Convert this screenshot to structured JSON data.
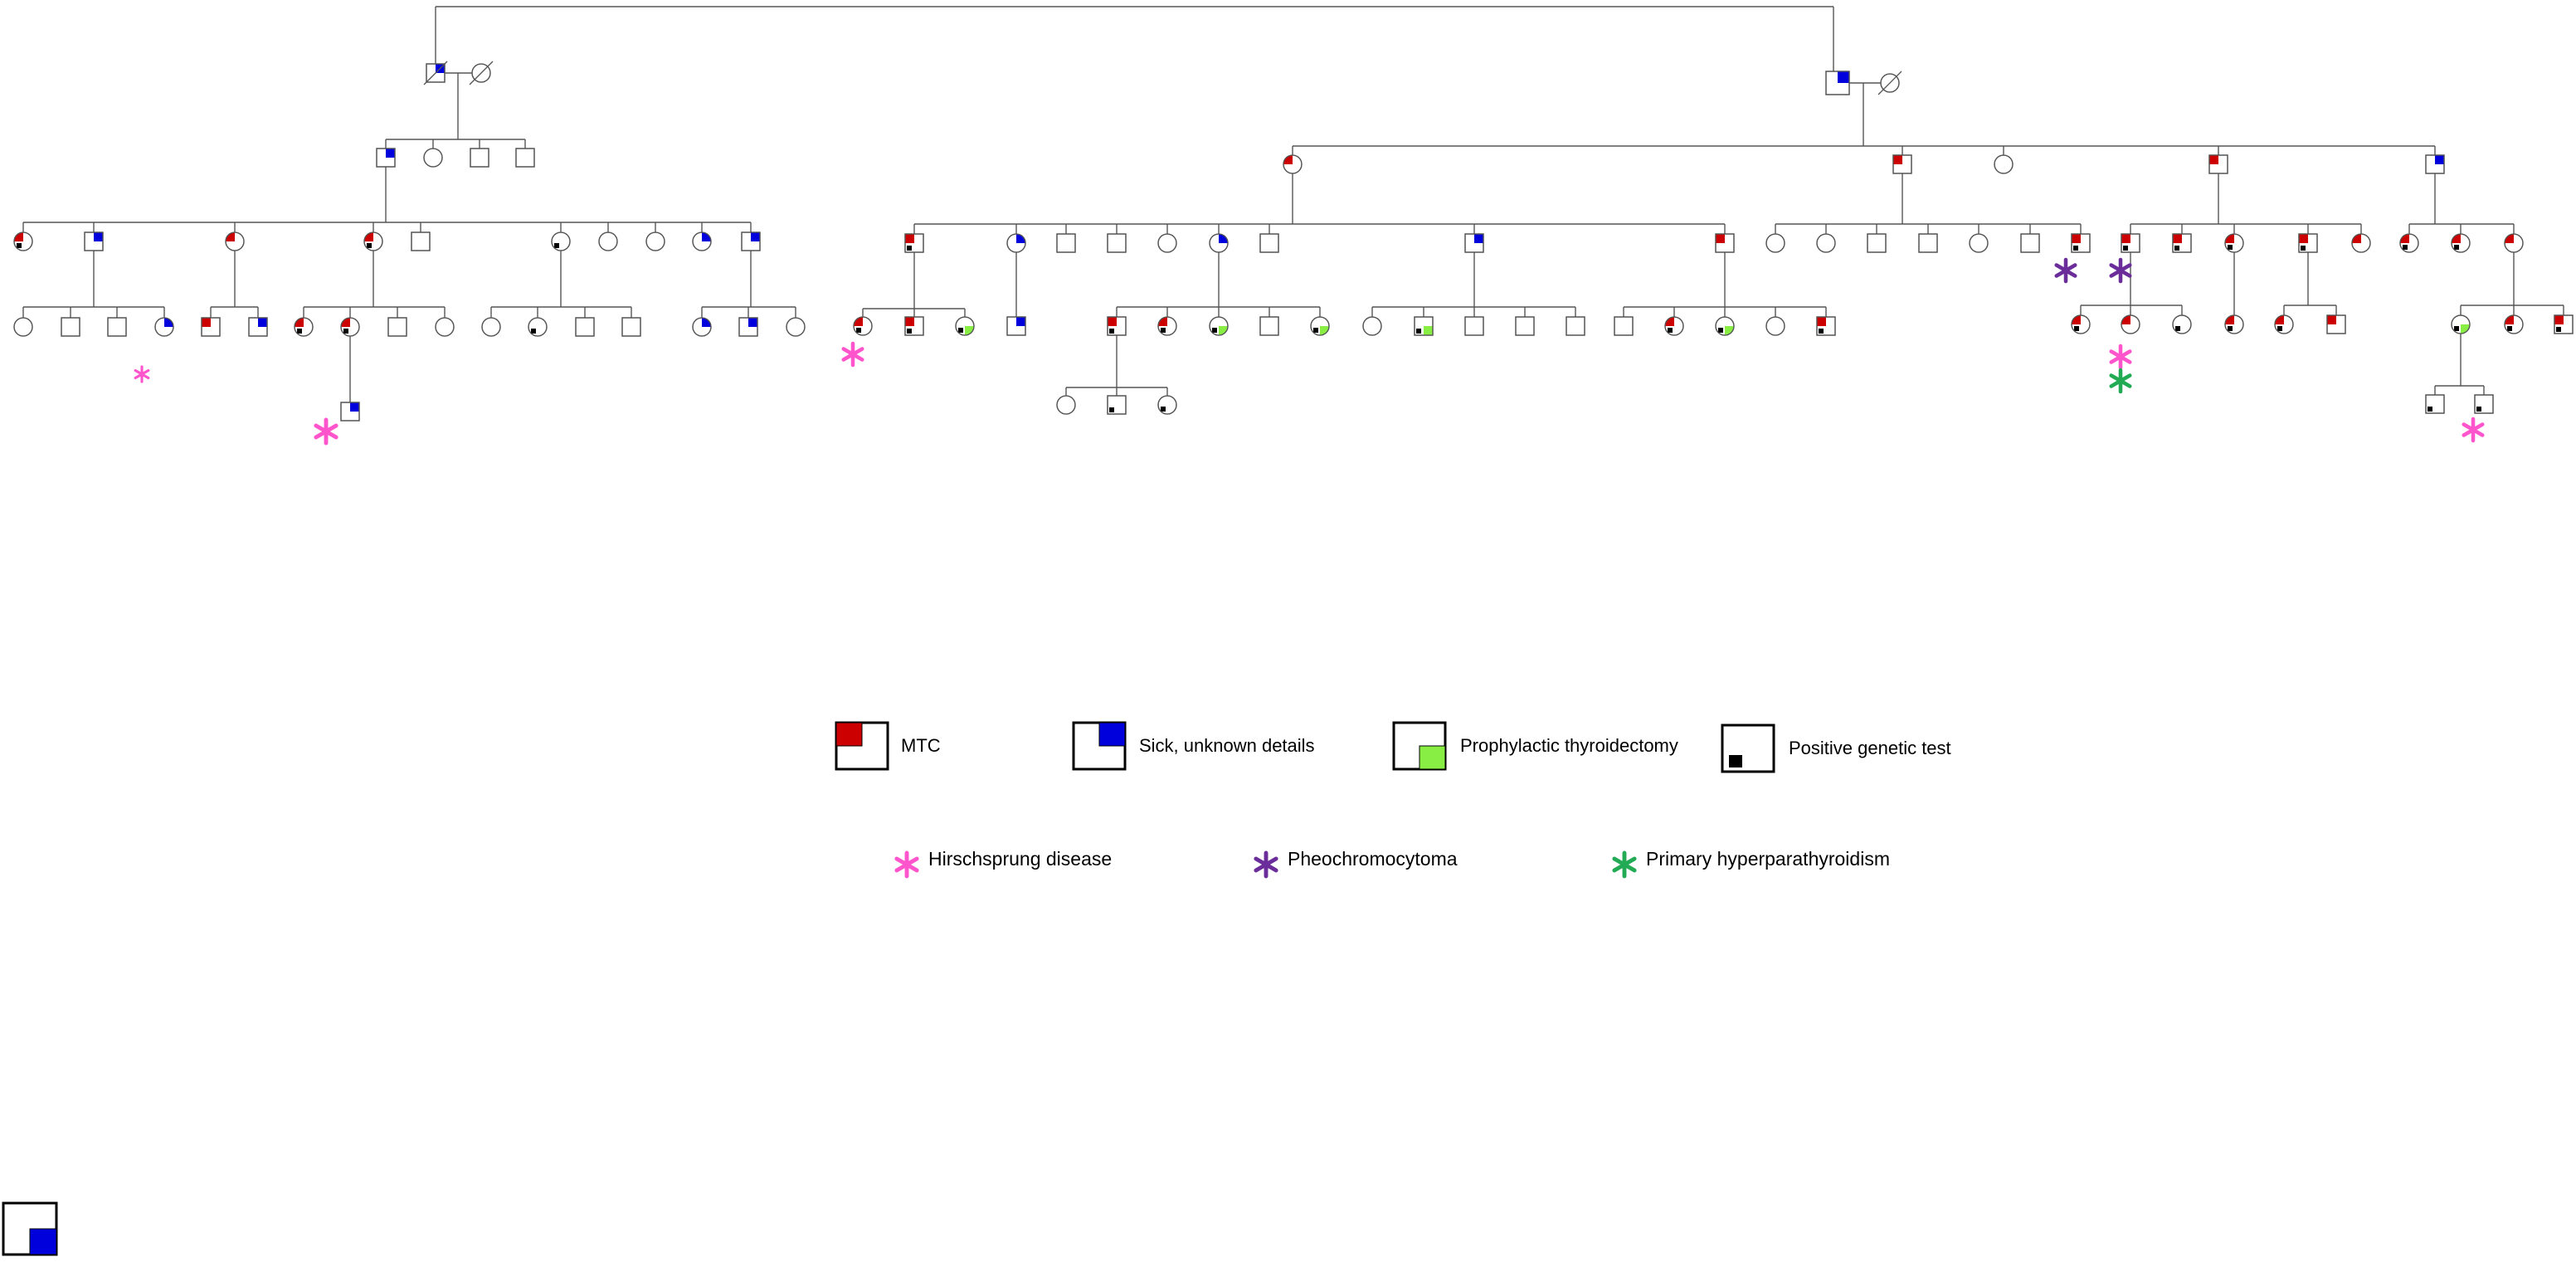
{
  "legend": {
    "mtc": {
      "label": "MTC",
      "color": "#cc0000"
    },
    "sick_unknown": {
      "label": "Sick, unknown details",
      "color": "#0000dd"
    },
    "prophylactic": {
      "label": "Prophylactic thyroidectomy",
      "color": "#88ee44"
    },
    "genetic_test": {
      "label": "Positive genetic test",
      "color": "#000000"
    }
  },
  "diseases": {
    "hirschsprung": {
      "label": "Hirschsprung disease",
      "color": "#ff55cc"
    },
    "pheochromocytoma": {
      "label": "Pheochromocytoma",
      "color": "#6a2d9a"
    },
    "hyperparathyroidism": {
      "label": "Primary hyperparathyroidism",
      "color": "#22aa55"
    }
  },
  "line_color": "#555555",
  "border_color": "#555555",
  "status_key": {
    "m": "MTC",
    "s": "Sick, unknown details",
    "p": "Prophylactic thyroidectomy",
    "g": "Positive genetic test",
    "d": "deceased"
  }
}
